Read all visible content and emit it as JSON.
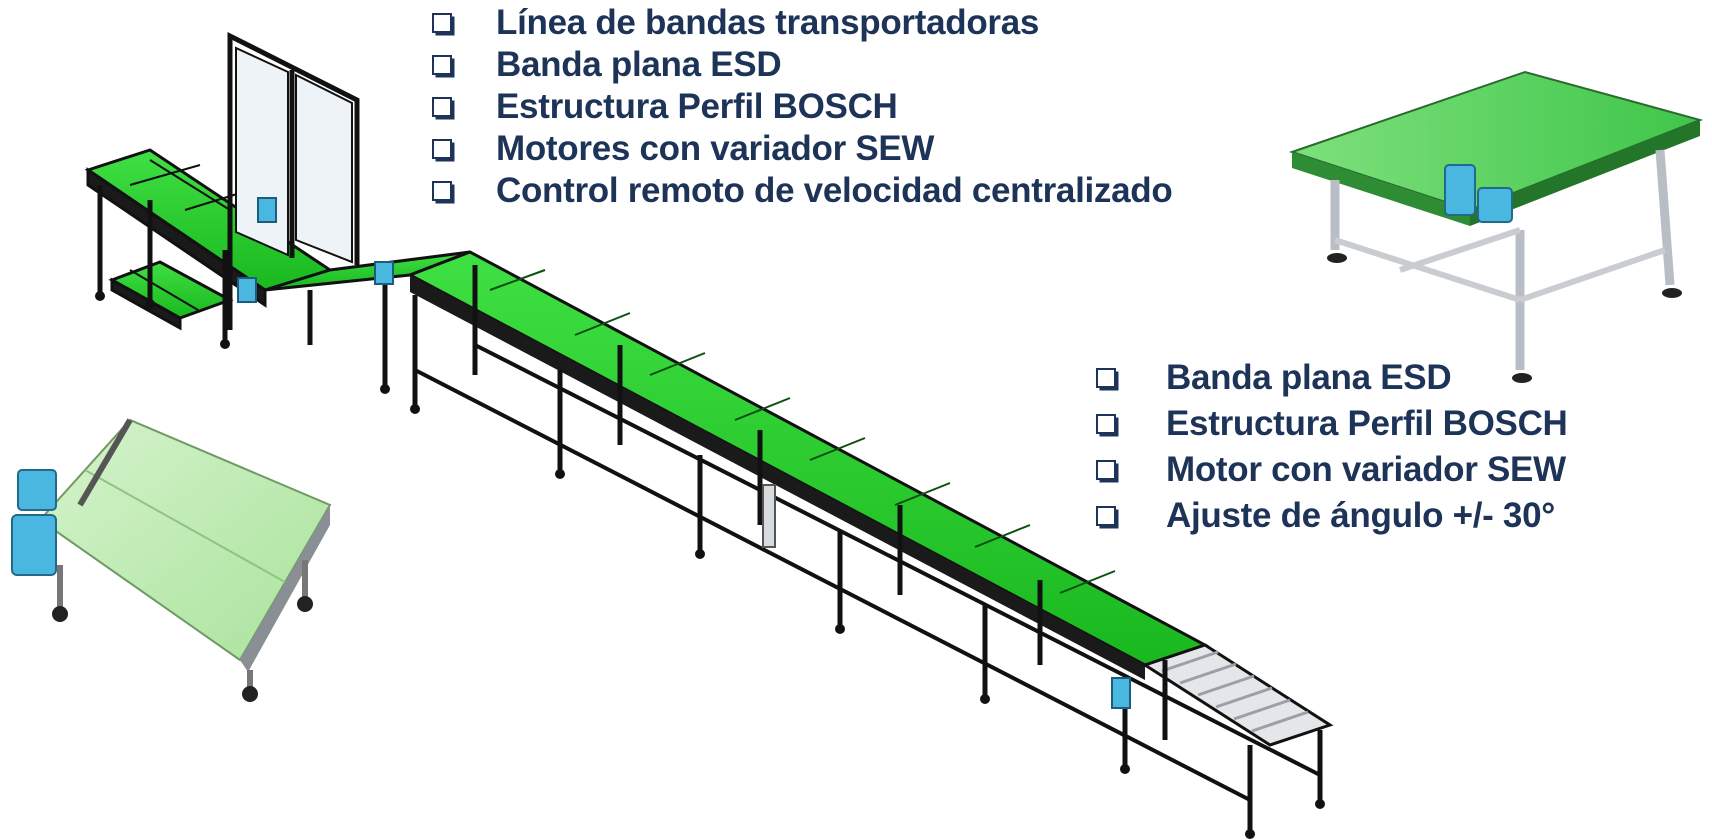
{
  "top_features": [
    "Línea de  bandas transportadoras",
    "Banda plana ESD",
    "Estructura Perfil BOSCH",
    "Motores con variador SEW",
    "Control remoto de velocidad centralizado"
  ],
  "module_features": [
    "Banda plana ESD",
    "Estructura Perfil BOSCH",
    "Motor con variador SEW",
    "Ajuste de ángulo +/- 30°"
  ],
  "colors": {
    "text": "#1d3357",
    "belt": "#2fd633",
    "belt_light": "#c9eebe",
    "frame": "#1a1a1a",
    "aluminium": "#c9cdd2",
    "motor": "#4ab7e0"
  },
  "icons": [
    "checkbox-bullet-icon",
    "conveyor-line-drawing",
    "inclined-conveyor-module-drawing",
    "flat-conveyor-module-drawing"
  ]
}
